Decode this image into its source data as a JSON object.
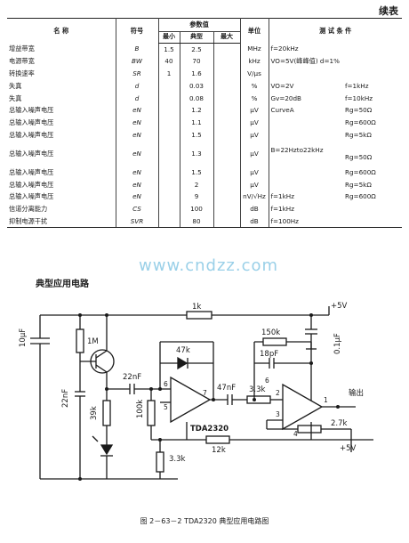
{
  "continued_label": "续表",
  "table": {
    "headers": {
      "name": "名  称",
      "symbol": "符号",
      "param_group": "参数值",
      "min": "最小",
      "typ": "典型",
      "max": "最大",
      "unit": "单位",
      "conditions": "测 试 条 件"
    },
    "rows": [
      {
        "name": "增益带宽",
        "symbol": "B",
        "min": "1.5",
        "typ": "2.5",
        "max": "",
        "unit": "MHz",
        "cond1": "f=20kHz",
        "cond2": ""
      },
      {
        "name": "电源带宽",
        "symbol": "BW",
        "min": "40",
        "typ": "70",
        "max": "",
        "unit": "kHz",
        "cond1": "VO=5V(峰峰值)  d=1%",
        "cond2": ""
      },
      {
        "name": "转换速率",
        "symbol": "SR",
        "min": "1",
        "typ": "1.6",
        "max": "",
        "unit": "V/μs",
        "cond1": "",
        "cond2": ""
      },
      {
        "name": "失真",
        "symbol": "d",
        "min": "",
        "typ": "0.03",
        "max": "",
        "unit": "%",
        "cond1": "VO=2V",
        "cond2": "f=1kHz"
      },
      {
        "name": "失真",
        "symbol": "d",
        "min": "",
        "typ": "0.08",
        "max": "",
        "unit": "%",
        "cond1": "Gv=20dB",
        "cond2": "f=10kHz"
      },
      {
        "name": "总输入噪声电压",
        "symbol": "eN",
        "min": "",
        "typ": "1.2",
        "max": "",
        "unit": "μV",
        "cond1": "CurveA",
        "cond2": "Rg=50Ω"
      },
      {
        "name": "总输入噪声电压",
        "symbol": "eN",
        "min": "",
        "typ": "1.1",
        "max": "",
        "unit": "μV",
        "cond1": "",
        "cond2": "Rg=600Ω"
      },
      {
        "name": "总输入噪声电压",
        "symbol": "eN",
        "min": "",
        "typ": "1.5",
        "max": "",
        "unit": "μV",
        "cond1": "",
        "cond2": "Rg=5kΩ"
      },
      {
        "name": "总输入噪声电压",
        "symbol": "eN",
        "min": "",
        "typ": "1.3",
        "max": "",
        "unit": "μV",
        "cond1": "B=22Hzto22kHz",
        "cond2": "Rg=50Ω",
        "tall": true
      },
      {
        "name": "总输入噪声电压",
        "symbol": "eN",
        "min": "",
        "typ": "1.5",
        "max": "",
        "unit": "μV",
        "cond1": "",
        "cond2": "Rg=600Ω"
      },
      {
        "name": "总输入噪声电压",
        "symbol": "eN",
        "min": "",
        "typ": "2",
        "max": "",
        "unit": "μV",
        "cond1": "",
        "cond2": "Rg=5kΩ"
      },
      {
        "name": "总输入噪声电压",
        "symbol": "eN",
        "min": "",
        "typ": "9",
        "max": "",
        "unit": "nV/√Hz",
        "cond1": "f=1kHz",
        "cond2": "Rg=600Ω"
      },
      {
        "name": "信道分离能力",
        "symbol": "CS",
        "min": "",
        "typ": "100",
        "max": "",
        "unit": "dB",
        "cond1": "f=1kHz",
        "cond2": ""
      },
      {
        "name": "抑制电源干扰",
        "symbol": "SVR",
        "min": "",
        "typ": "80",
        "max": "",
        "unit": "dB",
        "cond1": "f=100Hz",
        "cond2": ""
      }
    ]
  },
  "watermark": "www.cndzz.com",
  "section_title": "典型应用电路",
  "schematic": {
    "ic": "TDA2320",
    "components": {
      "c_supply": "10μF",
      "r_1m": "1M",
      "r_1k": "1k",
      "c_22nf_left": "22nF",
      "r_39k": "39k",
      "c_22nf_in": "22nF",
      "r_100k": "100k",
      "d_47k": "47k",
      "c_47nf": "47nF",
      "r_3_3k_mid": "3.3k",
      "r_150k": "150k",
      "c_18pf": "18pF",
      "c_0_1uf": "0.1μF",
      "r_2_7k": "2.7k",
      "r_12k": "12k",
      "r_3_3k_bottom": "3.3k"
    },
    "pins": {
      "p6a": "6",
      "p7a": "7",
      "p5": "5",
      "p6b": "6",
      "p2": "2",
      "p3": "3",
      "p1": "1",
      "p4": "4"
    },
    "supply_top": "+5V",
    "supply_bottom": "+5V",
    "output_label": "输出"
  },
  "caption": "图 2－63－2  TDA2320 典型应用电路图"
}
